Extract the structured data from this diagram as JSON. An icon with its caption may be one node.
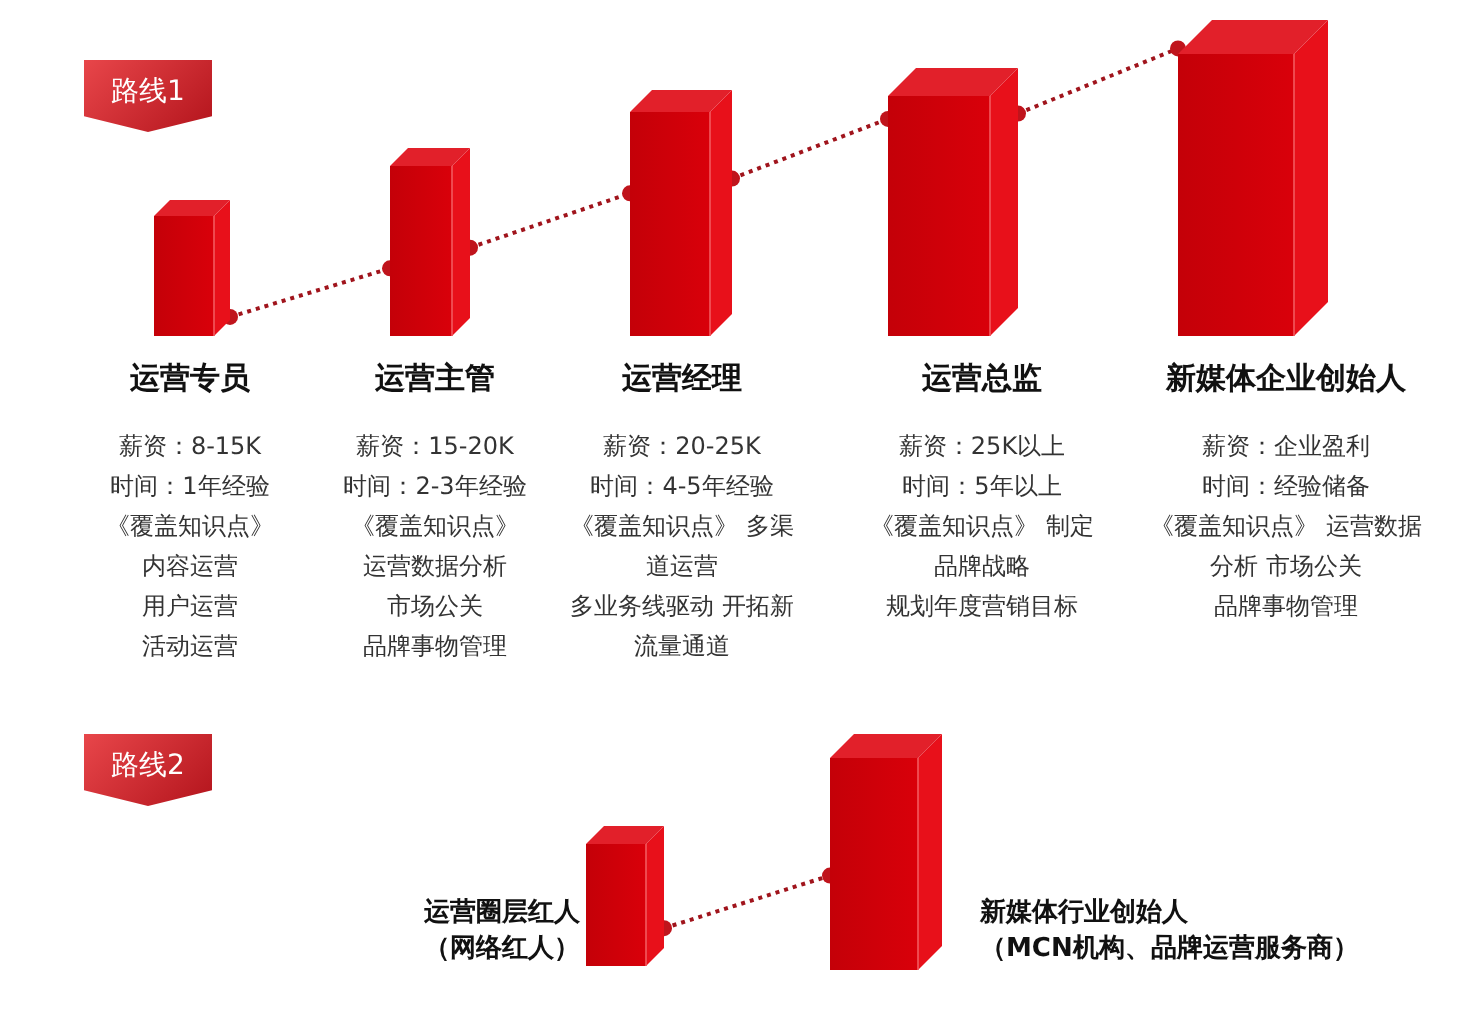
{
  "diagram": {
    "nodes": [
      {
        "text": [],
        "shape": "bar",
        "beside": [
          "运营专员",
          "薪资：8-15K",
          "时间：1年经验",
          "《覆盖知识点》",
          "内容运营",
          "用户运营",
          "活动运营"
        ]
      },
      {
        "text": [],
        "shape": "bar",
        "beside": [
          "运营主管",
          "薪资：15-20K",
          "时间：2-3年经验",
          "《覆盖知识点》",
          "运营数据分析",
          "市场公关",
          "品牌事物管理"
        ]
      },
      {
        "text": [],
        "shape": "bar",
        "beside": [
          "运营经理",
          "薪资：20-25K",
          "时间：4-5年经验",
          "《覆盖知识点》 多渠道运营",
          "多业务线驱动 开拓新流量通道"
        ]
      },
      {
        "text": [],
        "shape": "bar",
        "beside": [
          "运营总监",
          "薪资：25K以上",
          "时间：5年以上",
          "《覆盖知识点》 制定品牌战略",
          "规划年度营销目标"
        ]
      },
      {
        "text": [],
        "shape": "bar",
        "beside": [
          "新媒体企业创始人",
          "薪资：企业盈利",
          "时间：经验储备",
          "《覆盖知识点》 运营数据分析 市场公关",
          "品牌事物管理"
        ]
      },
      {
        "text": [],
        "shape": "bar",
        "beside": [
          "运营圈层红人",
          "（网络红人）"
        ]
      },
      {
        "text": [],
        "shape": "bar",
        "beside": [
          "新媒体行业创始人",
          "（MCN机构、品牌运营服务商）"
        ]
      }
    ],
    "edges": [
      {
        "from": 0,
        "to": 1,
        "arrow": "other",
        "style": "dashed"
      },
      {
        "from": 1,
        "to": 2,
        "arrow": "other",
        "style": "dashed"
      },
      {
        "from": 2,
        "to": 3,
        "arrow": "other",
        "style": "dashed"
      },
      {
        "from": 3,
        "to": 4,
        "arrow": "other",
        "style": "dashed"
      },
      {
        "from": 5,
        "to": 6,
        "arrow": "other",
        "style": "dashed"
      }
    ],
    "labels": [
      "路线1",
      "路线2"
    ]
  }
}
